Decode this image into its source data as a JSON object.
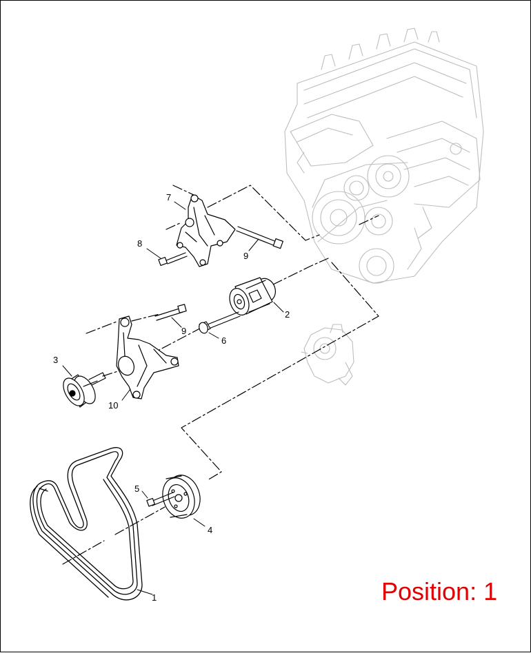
{
  "diagram": {
    "callouts": [
      "1",
      "2",
      "3",
      "4",
      "5",
      "6",
      "7",
      "8",
      "9",
      "9",
      "10"
    ],
    "position_label": "Position: 1"
  },
  "colors": {
    "line": "#000000",
    "engine": "#bdbdbd",
    "position_label": "#e00000",
    "background": "#ffffff"
  }
}
